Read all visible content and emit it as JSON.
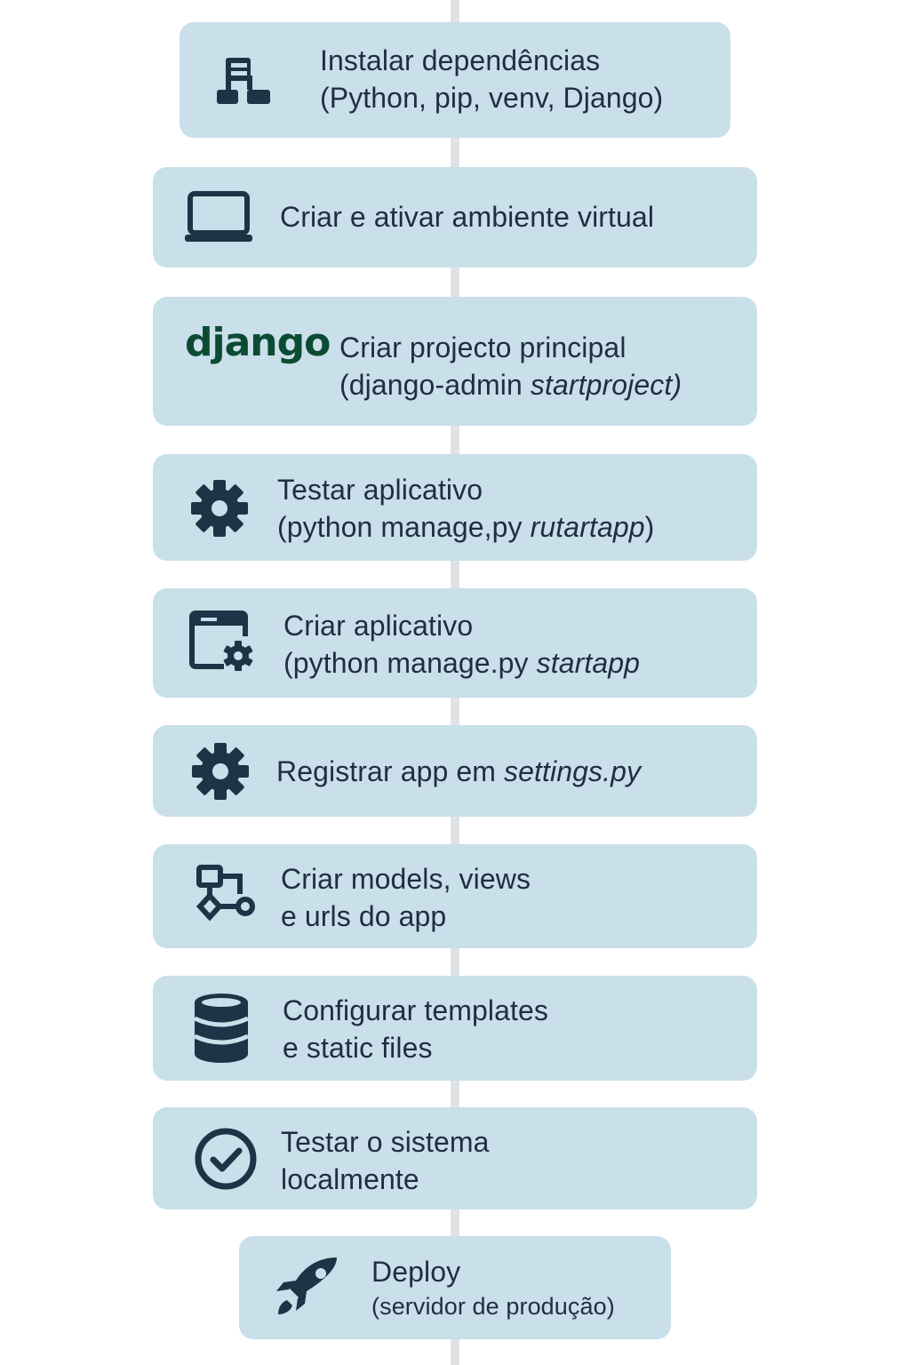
{
  "colors": {
    "box": "#c9dfe9",
    "connector": "#dfe3e6",
    "text": "#1f2e40",
    "icon": "#1f3347",
    "django": "#0c4b33"
  },
  "steps": [
    {
      "icon": "sitemap-icon",
      "line1": "Instalar dependências",
      "line2": "(Python, pip, venv, Django)"
    },
    {
      "icon": "laptop-icon",
      "line1": "Criar e ativar ambiente virtual"
    },
    {
      "icon": "django-logo",
      "logo_text": "django",
      "line1": "Criar projecto principal",
      "line2_a": "(django-admin ",
      "line2_b": "startproject)"
    },
    {
      "icon": "gear-icon",
      "line1": "Testar aplicativo",
      "line2_a": "(python manage,py ",
      "line2_b": "rutartapp",
      "line2_c": ")"
    },
    {
      "icon": "window-gear-icon",
      "line1": "Criar aplicativo",
      "line2_a": "(python manage.py ",
      "line2_b": "startapp"
    },
    {
      "icon": "gear-icon",
      "line1_a": "Registrar app em ",
      "line1_b": "settings.py"
    },
    {
      "icon": "workflow-icon",
      "line1": "Criar models, views",
      "line2": "e urls do app"
    },
    {
      "icon": "database-icon",
      "line1": "Configurar templates",
      "line2": "e static files"
    },
    {
      "icon": "check-circle-icon",
      "line1": "Testar o sistema",
      "line2": "localmente"
    },
    {
      "icon": "rocket-icon",
      "line1": "Deploy",
      "line2": "(servidor de produção)"
    }
  ]
}
